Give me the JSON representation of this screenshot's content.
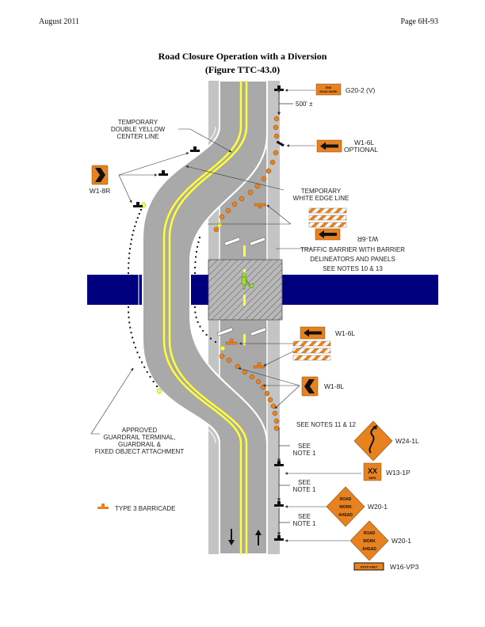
{
  "header": {
    "date": "August 2011",
    "page": "Page 6H-93"
  },
  "figure": {
    "title": "Road Closure Operation with a Diversion",
    "subtitle": "(Figure TTC-43.0)"
  },
  "labels": {
    "temp_double_yellow": [
      "TEMPORARY",
      "DOUBLE YELLOW",
      "CENTER LINE"
    ],
    "temp_white_edge": [
      "TEMPORARY",
      "WHITE EDGE LINE"
    ],
    "traffic_barrier": [
      "TRAFFIC BARRIER WITH BARRIER",
      "DELINEATORS AND PANELS",
      "SEE NOTES 10 & 13"
    ],
    "guardrail": [
      "APPROVED",
      "GUARDRAIL TERMINAL,",
      "GUARDRAIL &",
      "FIXED OBJECT ATTACHMENT"
    ],
    "see_notes_11_12": "SEE NOTES 11 & 12",
    "see_note_1": [
      "SEE",
      "NOTE 1"
    ],
    "distance": "500' ±",
    "legend_barricade": "TYPE 3 BARRICADE"
  },
  "signs": {
    "g20_2": {
      "code": "G20-2 (V)",
      "line1": "END",
      "line2": "ROAD WORK"
    },
    "w1_6l_optional": {
      "code": "W1-6L",
      "note": "OPTIONAL"
    },
    "w1_8r": {
      "code": "W1-8R"
    },
    "w1_6r": {
      "code": "W1-6R"
    },
    "w1_6l": {
      "code": "W1-6L"
    },
    "w1_8l": {
      "code": "W1-8L"
    },
    "w24_1l": {
      "code": "W24-1L"
    },
    "w13_1p": {
      "code": "W13-1P",
      "line1": "XX",
      "line2": "MPH"
    },
    "w20_1_a": {
      "code": "W20-1",
      "lines": [
        "ROAD",
        "WORK",
        "AHEAD"
      ]
    },
    "w20_1_b": {
      "code": "W20-1",
      "lines": [
        "ROAD",
        "WORK",
        "AHEAD"
      ]
    },
    "w16_vp3": {
      "code": "W16-VP3",
      "text": "XXXX FEET"
    }
  },
  "colors": {
    "sign_orange": "#e8821e",
    "road_gray": "#a9a9a9",
    "shoulder_gray": "#c4c4c4",
    "center_yellow": "#ffff33",
    "river_blue": "#00007f",
    "worker_green": "#99dd33"
  }
}
